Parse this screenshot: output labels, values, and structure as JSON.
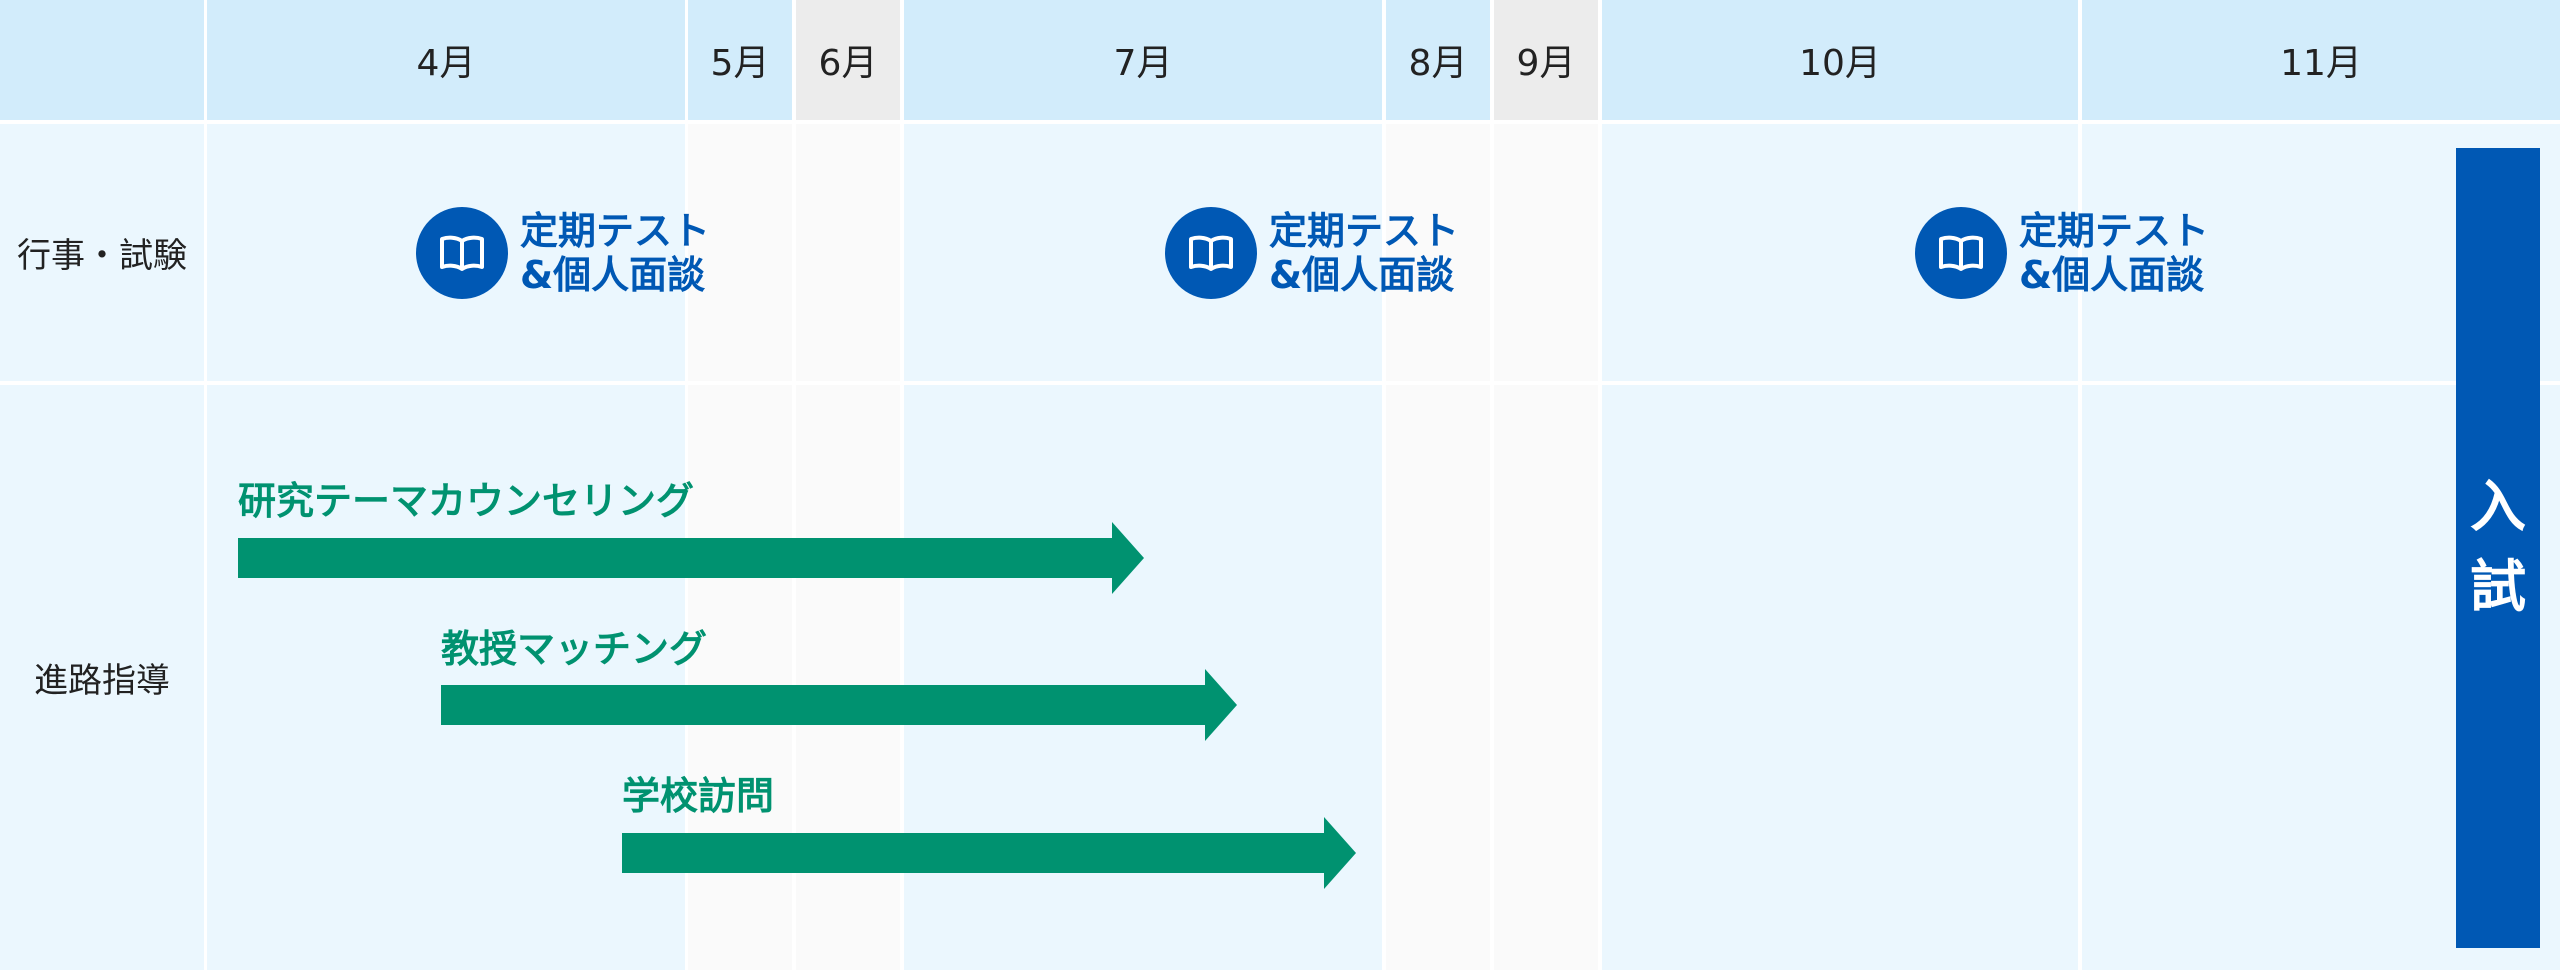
{
  "months": [
    "4月",
    "5月",
    "6月",
    "7月",
    "8月",
    "9月",
    "10月",
    "11月"
  ],
  "rows": {
    "events_label": "行事・試験",
    "guidance_label": "進路指導"
  },
  "events": [
    {
      "line1": "定期テスト",
      "line2": "&個人面談",
      "icon": "book-icon"
    },
    {
      "line1": "定期テスト",
      "line2": "&個人面談",
      "icon": "book-icon"
    },
    {
      "line1": "定期テスト",
      "line2": "&個人面談",
      "icon": "book-icon"
    }
  ],
  "guidance": [
    {
      "label": "研究テーマカウンセリング"
    },
    {
      "label": "教授マッチング"
    },
    {
      "label": "学校訪問"
    }
  ],
  "exam": {
    "chars": [
      "入",
      "試"
    ]
  },
  "colors": {
    "header_blue": "#d2ecfb",
    "header_gray": "#ececec",
    "cell_light": "#ebf7fe",
    "cell_gray": "#fafafa",
    "accent_blue": "#0058b4",
    "accent_green": "#009270"
  }
}
